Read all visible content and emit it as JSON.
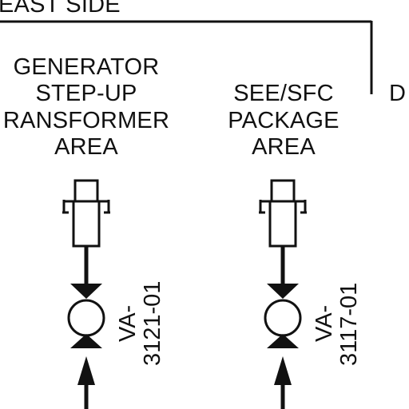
{
  "zone_header": "EAST SIDE",
  "edge_label": "D",
  "areas": [
    {
      "lines": [
        "GENERATOR",
        "STEP-UP",
        "RANSFORMER",
        "AREA"
      ],
      "valve": {
        "prefix": "VA-",
        "number": "3121-01"
      }
    },
    {
      "lines": [
        "SEE/SFC",
        "PACKAGE",
        "AREA"
      ],
      "valve": {
        "prefix": "VA-",
        "number": "3117-01"
      }
    }
  ],
  "colors": {
    "line": "#111111",
    "background": "#ffffff"
  }
}
